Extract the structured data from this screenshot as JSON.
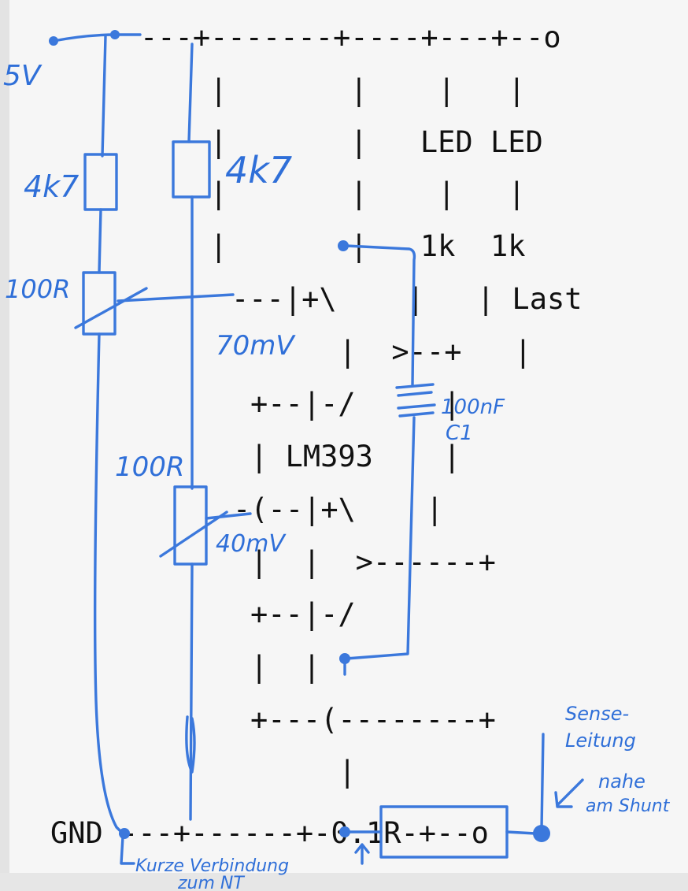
{
  "ascii_lines": [
    "---+-------+----+---+--o",
    "  |       |    |   |",
    "  |       |   LED LED",
    "  |       |    |   |",
    "  |       |   1k  1k",
    "---|+\\    |   | Last",
    "  |  >--+   |",
    "+--|-/     |",
    "| LM393    |",
    "-(--|+\\    |",
    "|  |  >------+",
    "+--|-/",
    "|  |",
    "+---(--------+",
    "|",
    "GND ---+------+-0.1R-+--o"
  ],
  "handwritten": {
    "supply": "5V",
    "r_left": "4k7",
    "r_mid": "4k7",
    "pot_top": "100R",
    "v_top": "70mV",
    "pot_bottom": "100R",
    "v_bottom": "40mV",
    "cap": "100nF",
    "cap_ref": "C1",
    "sense1": "Sense-",
    "sense2": "Leitung",
    "sense3": "nahe",
    "sense4": "am Shunt",
    "gnd1": "Kurze Verbindung",
    "gnd2": "zum NT"
  },
  "colors": {
    "ink": "#3b78dc",
    "text": "#111111"
  }
}
